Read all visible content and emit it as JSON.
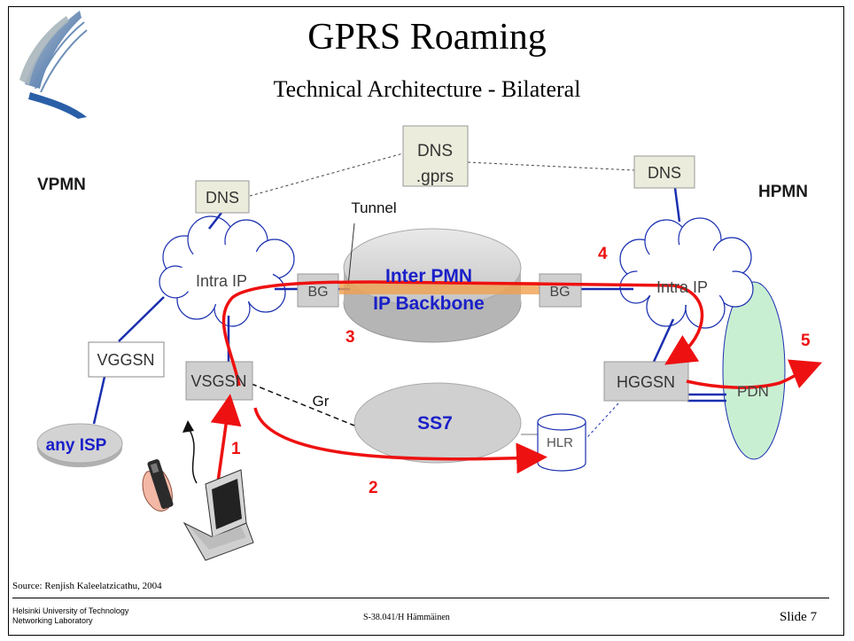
{
  "slide": {
    "title": "GPRS Roaming",
    "subtitle": "Technical Architecture - Bilateral",
    "source": "Source: Renjish Kaleelatzicathu, 2004",
    "footer": {
      "left_line1": "Helsinki University of Technology",
      "left_line2": "Networking Laboratory",
      "center": "S-38.041/H Hämmäinen",
      "right": "Slide 7"
    }
  },
  "diagram": {
    "labels": {
      "vpmn": "VPMN",
      "hpmn": "HPMN",
      "dns_left": "DNS",
      "dns_center_line1": "DNS",
      "dns_center_line2": ".gprs",
      "dns_right": "DNS",
      "tunnel": "Tunnel",
      "intra_ip_left": "Intra IP",
      "intra_ip_right": "Intra IP",
      "bg_left": "BG",
      "bg_right": "BG",
      "backbone_line1": "Inter PMN",
      "backbone_line2": "IP Backbone",
      "vggsn": "VGGSN",
      "vsgsn": "VSGSN",
      "hggsn": "HGGSN",
      "gr": "Gr",
      "ss7": "SS7",
      "hlr": "HLR",
      "pdn": "PDN",
      "any_isp": "any ISP"
    },
    "flow_steps": [
      "1",
      "2",
      "3",
      "4",
      "5"
    ],
    "colors": {
      "flow": "#ee1111",
      "blue_link": "#1a2fb0",
      "node_fill": "#d7d7d7",
      "pdn_fill": "#c9efd2",
      "backbone_text": "#1a1fc8"
    }
  }
}
